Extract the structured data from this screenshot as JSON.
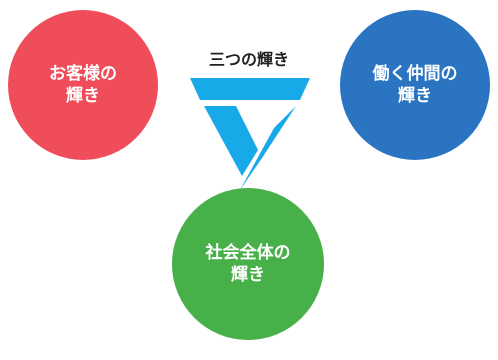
{
  "circles": {
    "customer": {
      "label": "お客様の\n輝き",
      "color": "#ef4d5a"
    },
    "employee": {
      "label": "働く仲間の\n輝き",
      "color": "#2a74c2"
    },
    "society": {
      "label": "社会全体の\n輝き",
      "color": "#47b049"
    }
  },
  "center": {
    "title": "三つの輝き",
    "logo_color": "#17a9e8"
  }
}
